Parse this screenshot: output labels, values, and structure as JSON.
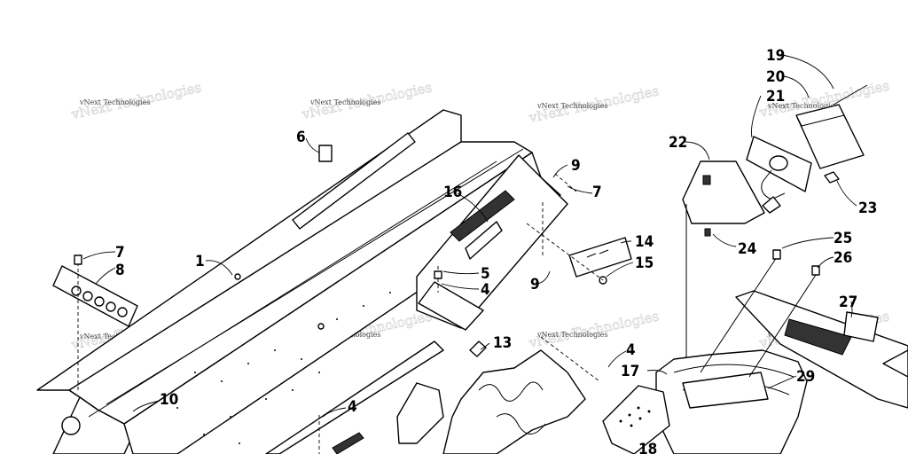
{
  "diagram": {
    "watermark": "vNext Technologies",
    "callouts": [
      "1",
      "4",
      "4",
      "4",
      "5",
      "6",
      "7",
      "7",
      "8",
      "9",
      "9",
      "10",
      "13",
      "14",
      "15",
      "16",
      "17",
      "18",
      "19",
      "20",
      "21",
      "22",
      "23",
      "24",
      "25",
      "26",
      "27",
      "29"
    ]
  }
}
